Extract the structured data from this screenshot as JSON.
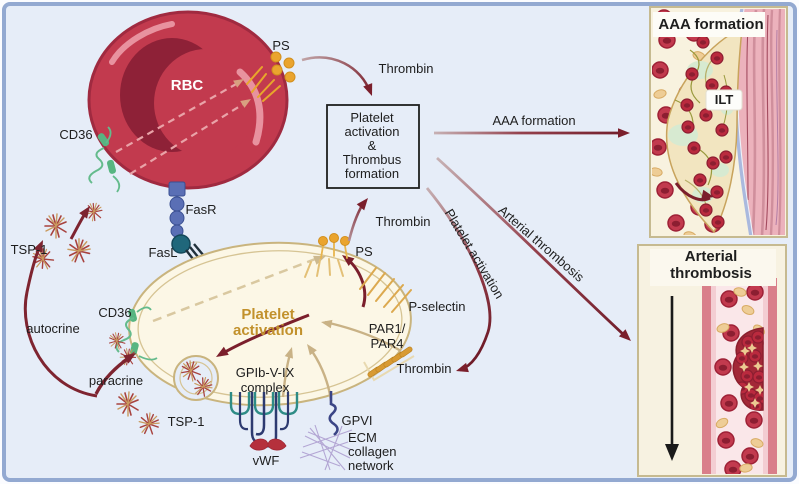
{
  "colors": {
    "background": "#e6edf8",
    "frame_border": "#93a9d1",
    "dark_red_arrow": "#7b1f2c",
    "rbc_red": "#c23a4e",
    "platelet_fill": "#fcf7e6",
    "platelet_membrane": "#c9b47e",
    "gold_text": "#c2912c",
    "ps_orange": "#eaa42e",
    "cd36_green": "#57b581",
    "panel_border": "#c6ba90",
    "panel_bg": "#f8f2df"
  },
  "rbc": {
    "label": "RBC",
    "ps": "PS",
    "cd36": "CD36",
    "fasr": "FasR"
  },
  "platelet": {
    "fasl": "FasL",
    "cd36": "CD36",
    "activation": [
      "Platelet",
      "activation"
    ],
    "tsp1": "TSP-1",
    "ps": "PS",
    "p_selectin": "P-selectin",
    "par": [
      "PAR1/",
      "PAR4"
    ],
    "thrombin": "Thrombin",
    "gpib": [
      "GPIb-V-IX",
      "complex"
    ],
    "vwf": "vWF",
    "gpvi": "GPVI",
    "ecm": [
      "ECM",
      "collagen",
      "network"
    ]
  },
  "signaling": {
    "tsp1": "TSP-1",
    "autocrine": "autocrine",
    "paracrine": "paracrine"
  },
  "center": {
    "thrombin_top": "Thrombin",
    "thrombin_mid": "Thrombin",
    "box": [
      "Platelet",
      "activation",
      "&",
      "Thrombus",
      "formation"
    ],
    "aaa_arrow": "AAA formation",
    "arterial_arrow": "Arterial thrombosis",
    "platelet_arrow": "Platelet activation"
  },
  "panel_aaa": {
    "title": "AAA formation",
    "ilt": "ILT"
  },
  "panel_arterial": {
    "title": [
      "Arterial",
      "thrombosis"
    ]
  }
}
